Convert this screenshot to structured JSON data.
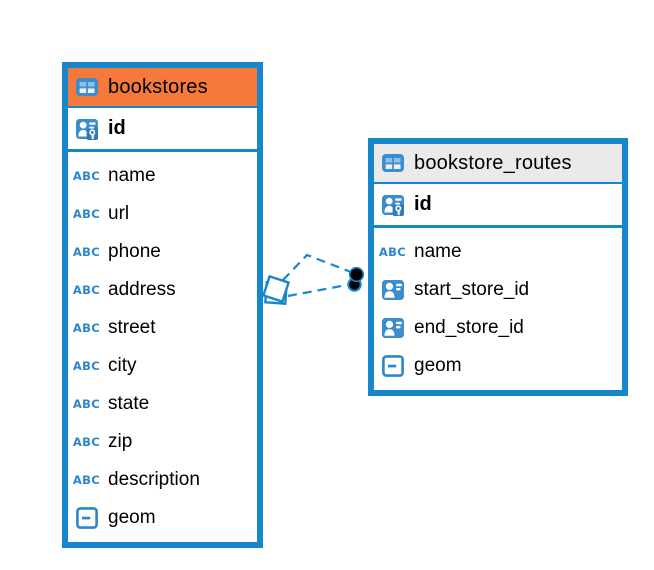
{
  "canvas": {
    "background": "#ffffff"
  },
  "colors": {
    "table_border": "#1787cb",
    "bookstores_header_bg": "#f5793b",
    "routes_header_bg": "#eaeaea",
    "icon_blue": "#3b8dcd",
    "icon_outline_blue": "#2e86c9",
    "text_color": "#000000",
    "relationship_line": "#1787cb",
    "relationship_dot": "#000000"
  },
  "icons": {
    "text_type_label": "ABC"
  },
  "tables": [
    {
      "id": "bookstores",
      "title": "bookstores",
      "pk_rows": [
        {
          "label": "id",
          "type": "pk"
        }
      ],
      "rows": [
        {
          "label": "name",
          "type": "text"
        },
        {
          "label": "url",
          "type": "text"
        },
        {
          "label": "phone",
          "type": "text"
        },
        {
          "label": "address",
          "type": "text"
        },
        {
          "label": "street",
          "type": "text"
        },
        {
          "label": "city",
          "type": "text"
        },
        {
          "label": "state",
          "type": "text"
        },
        {
          "label": "zip",
          "type": "text"
        },
        {
          "label": "description",
          "type": "text"
        },
        {
          "label": "geom",
          "type": "geometry"
        }
      ]
    },
    {
      "id": "bookstore_routes",
      "title": "bookstore_routes",
      "pk_rows": [
        {
          "label": "id",
          "type": "pk"
        }
      ],
      "rows": [
        {
          "label": "name",
          "type": "text"
        },
        {
          "label": "start_store_id",
          "type": "reference"
        },
        {
          "label": "end_store_id",
          "type": "reference"
        },
        {
          "label": "geom",
          "type": "geometry"
        }
      ]
    }
  ],
  "relationships": {
    "style": "dashed",
    "count": 2,
    "between": [
      "bookstores",
      "bookstore_routes"
    ]
  }
}
